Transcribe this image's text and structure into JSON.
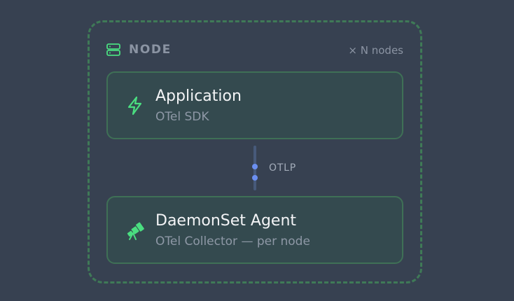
{
  "node": {
    "icon": "server-icon",
    "label": "NODE",
    "count_label": "× N nodes"
  },
  "application": {
    "icon": "lightning-icon",
    "title": "Application",
    "subtitle": "OTel SDK"
  },
  "connector": {
    "label": "OTLP"
  },
  "agent": {
    "icon": "telescope-icon",
    "title": "DaemonSet Agent",
    "subtitle": "OTel Collector — per node"
  },
  "colors": {
    "background": "#374151",
    "group_border": "#3f7a57",
    "card_fill": "#344a4f",
    "card_border": "#3f7056",
    "icon_green": "#4ade80",
    "connector_line": "#475a7a",
    "connector_dot": "#6b8ff0"
  }
}
